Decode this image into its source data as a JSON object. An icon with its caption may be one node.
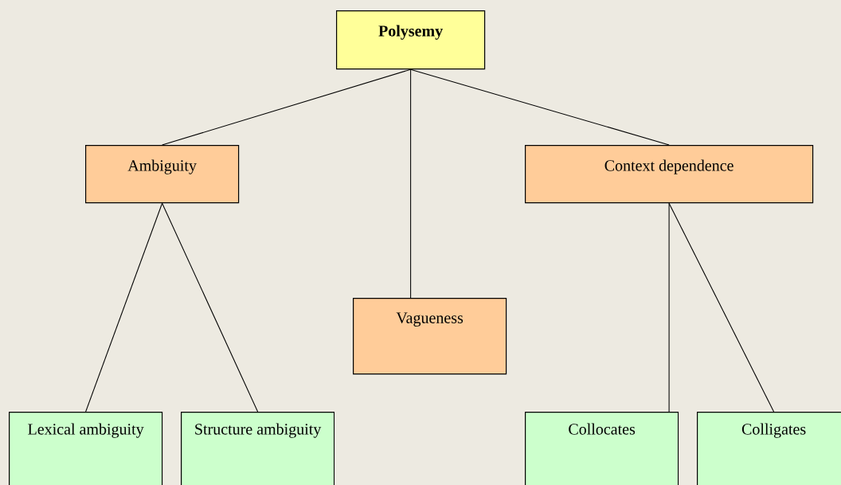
{
  "diagram": {
    "nodes": [
      {
        "text": [
          "Polysemy"
        ]
      },
      {
        "text": [
          "Ambiguity"
        ]
      },
      {
        "text": [
          "Context dependence"
        ]
      },
      {
        "text": [
          "Vagueness"
        ]
      },
      {
        "text": [
          "Lexical ambiguity"
        ]
      },
      {
        "text": [
          "Structure ambiguity"
        ]
      },
      {
        "text": [
          "Collocates"
        ]
      },
      {
        "text": [
          "Colligates"
        ]
      }
    ],
    "edges": [
      {
        "from": 0,
        "to": 1,
        "arrow": "none"
      },
      {
        "from": 0,
        "to": 3,
        "arrow": "none"
      },
      {
        "from": 0,
        "to": 2,
        "arrow": "none"
      },
      {
        "from": 1,
        "to": 4,
        "arrow": "none"
      },
      {
        "from": 1,
        "to": 5,
        "arrow": "none"
      },
      {
        "from": 2,
        "to": 6,
        "arrow": "none"
      },
      {
        "from": 2,
        "to": 7,
        "arrow": "none"
      }
    ]
  }
}
